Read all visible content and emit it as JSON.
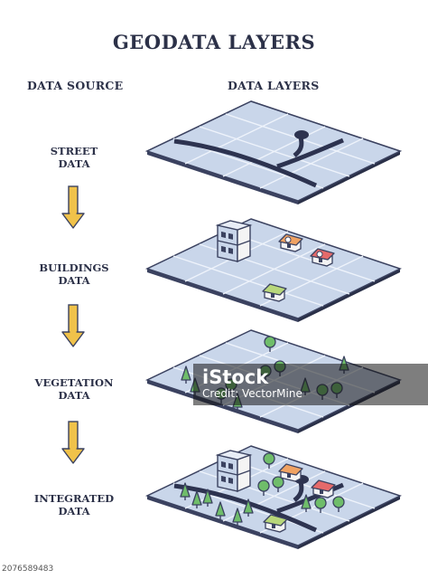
{
  "title": "GEODATA LAYERS",
  "columns": {
    "source": "DATA SOURCE",
    "layers": "DATA LAYERS"
  },
  "sources": [
    {
      "line1": "STREET",
      "line2": "DATA"
    },
    {
      "line1": "BUILDINGS",
      "line2": "DATA"
    },
    {
      "line1": "VEGETATION",
      "line2": "DATA"
    },
    {
      "line1": "INTEGRATED",
      "line2": "DATA"
    }
  ],
  "watermark": {
    "brand": "iStock",
    "credit": "Credit: VectorMine"
  },
  "stock_id": "2076589483",
  "colors": {
    "text": "#2c3148",
    "tile": "#c9d6ea",
    "tile_edge": "#3b4260",
    "grid": "#eef3fb",
    "road": "#2d3350",
    "arrow": "#f0c24a",
    "tree": "#6fbd6a",
    "roof_red": "#e56a6a",
    "roof_orange": "#f0a262",
    "roof_green": "#b8d77a"
  }
}
